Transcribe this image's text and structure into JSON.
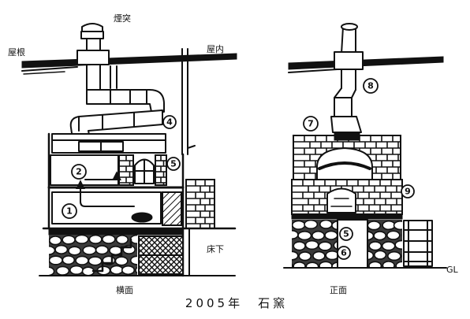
{
  "caption": "2005年　石窯",
  "labels": {
    "chimney": "煙突",
    "roof": "屋根",
    "indoor": "屋内",
    "underfloor": "床下",
    "ground_level": "GL"
  },
  "side_view": {
    "label": "横面",
    "markers": {
      "m1": "1",
      "m2": "2",
      "m4": "4",
      "m5": "5"
    }
  },
  "front_view": {
    "label": "正面",
    "markers": {
      "m5": "5",
      "m6": "6",
      "m7": "7",
      "m8": "8",
      "m9": "9"
    }
  },
  "colors": {
    "ink": "#111111",
    "paper": "#ffffff",
    "mortar": "#3a3a3a"
  }
}
